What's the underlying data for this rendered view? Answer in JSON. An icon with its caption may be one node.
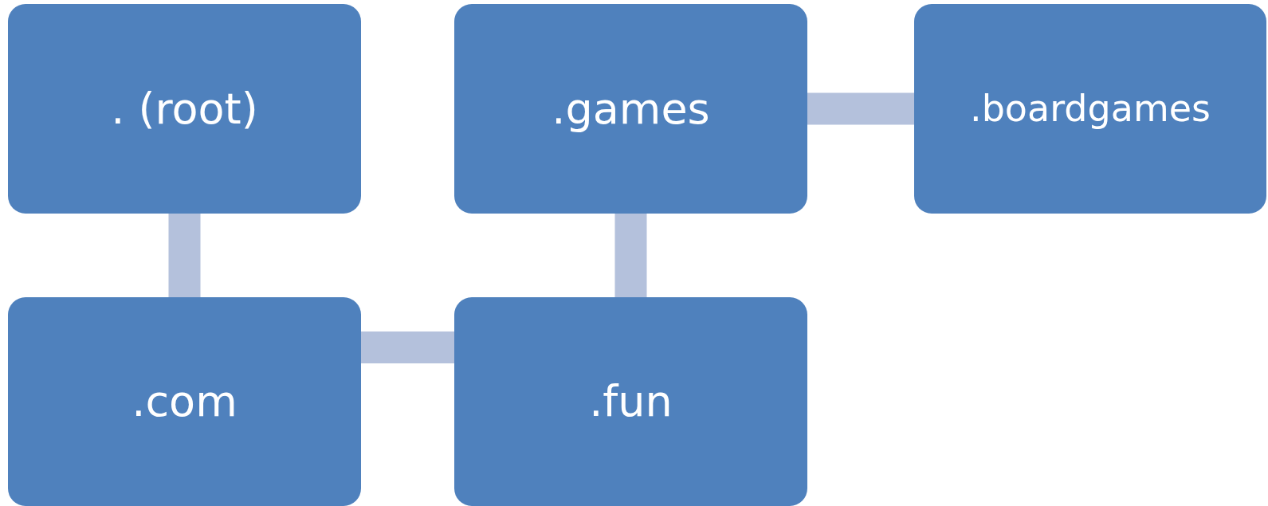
{
  "diagram": {
    "nodes": [
      {
        "text": [
          ". (root)"
        ]
      },
      {
        "text": [
          ".games"
        ]
      },
      {
        "text": [
          ".boardgames"
        ]
      },
      {
        "text": [
          ".com"
        ]
      },
      {
        "text": [
          ".fun"
        ]
      }
    ],
    "edges": [
      {
        "from": 0,
        "to": 3,
        "arrow": "none"
      },
      {
        "from": 3,
        "to": 4,
        "arrow": "none"
      },
      {
        "from": 4,
        "to": 1,
        "arrow": "none"
      },
      {
        "from": 1,
        "to": 2,
        "arrow": "none"
      }
    ]
  }
}
